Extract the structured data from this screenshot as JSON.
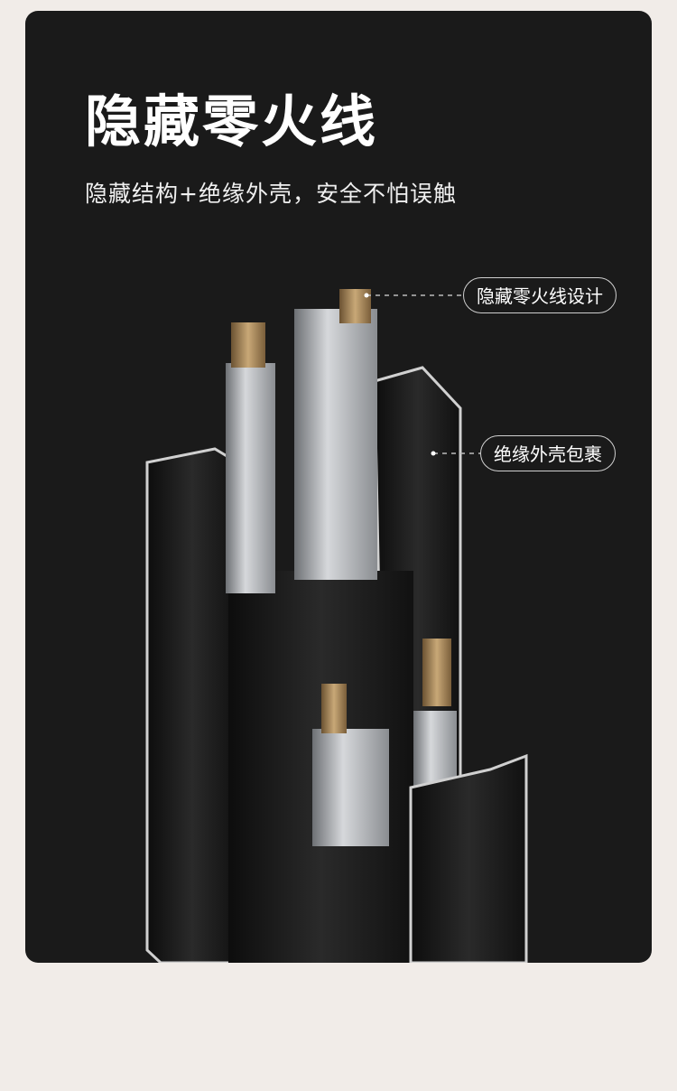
{
  "header": {
    "title": "隐藏零火线",
    "subtitle": "隐藏结构+绝缘外壳，安全不怕误触"
  },
  "callouts": [
    {
      "label": "隐藏零火线设计"
    },
    {
      "label": "绝缘外壳包裹"
    }
  ],
  "colors": {
    "page_background": "#f1ece8",
    "card_background": "#1a1a1a",
    "text": "#ffffff",
    "aluminum": "#b9bcc0",
    "copper": "#a88a5c"
  }
}
